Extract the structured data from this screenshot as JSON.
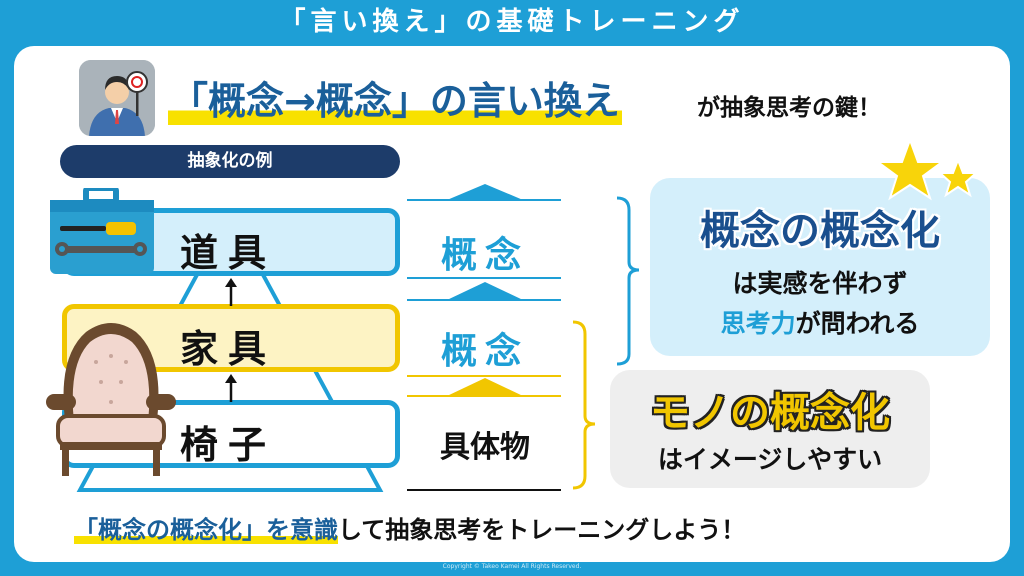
{
  "header": {
    "title": "「言い換え」の基礎トレーニング"
  },
  "headline": {
    "main": "「概念→概念」の言い換え",
    "sub": "が抽象思考の鍵！"
  },
  "example": {
    "badge": "抽象化の例",
    "levels": [
      {
        "label": "道具",
        "icon": "toolbox-icon"
      },
      {
        "label": "家具"
      },
      {
        "label": "椅子",
        "icon": "armchair-icon"
      }
    ],
    "middle": [
      "概念",
      "概念",
      "具体物"
    ]
  },
  "concept_box": {
    "title": "概念の概念化",
    "line1": "は実感を伴わず",
    "line2_highlight": "思考力",
    "line2_rest": "が問われる"
  },
  "object_box": {
    "title": "モノの概念化",
    "line1": "はイメージしやすい"
  },
  "bottom": {
    "highlight": "「概念の概念化」を意識",
    "rest": "して抽象思考をトレーニングしよう！"
  },
  "copyright": "Copyright © Takeo Kamei All Rights Reserved.",
  "colors": {
    "brand_blue": "#1e9fd6",
    "navy": "#1d3c6a",
    "yellow": "#f1c600",
    "light_blue": "#d4effb",
    "light_yellow": "#fdf3c4"
  },
  "icons": [
    "presenter-icon",
    "toolbox-icon",
    "armchair-icon",
    "star-icon"
  ]
}
